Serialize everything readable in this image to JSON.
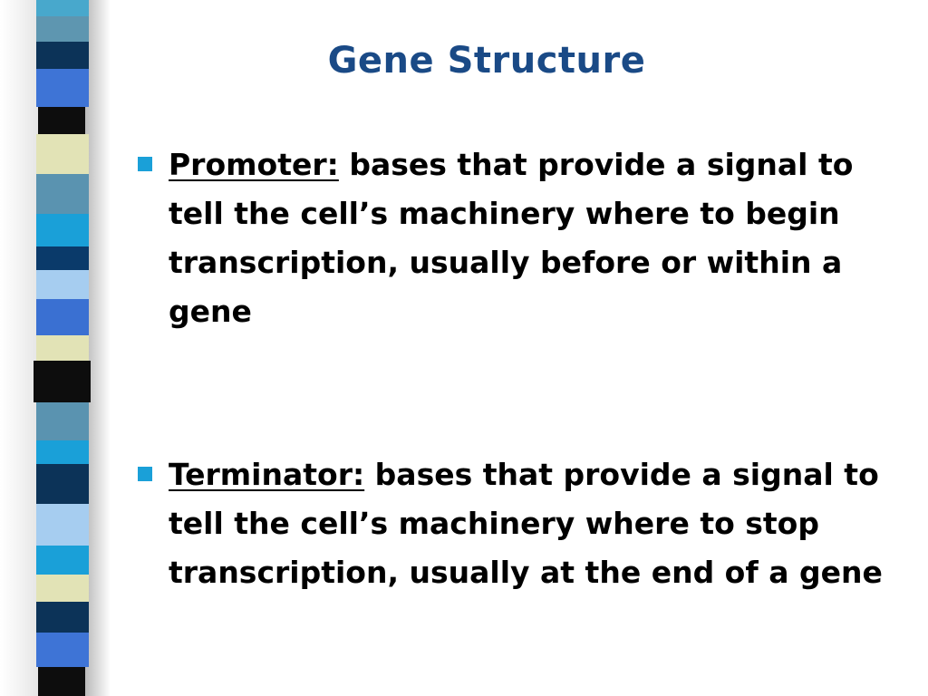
{
  "slide": {
    "title": "Gene Structure",
    "bullets": [
      {
        "term": "Promoter:",
        "definition": "bases that provide a signal to tell the cell’s machinery where to begin transcription, usually before or within a gene"
      },
      {
        "term": "Terminator:",
        "definition": "bases that provide a signal to tell the cell’s machinery where to stop transcription, usually at the end of a gene"
      }
    ]
  },
  "colors": {
    "title": "#1a4a86",
    "bullet_marker": "#1aa0d8",
    "text": "#000000"
  }
}
